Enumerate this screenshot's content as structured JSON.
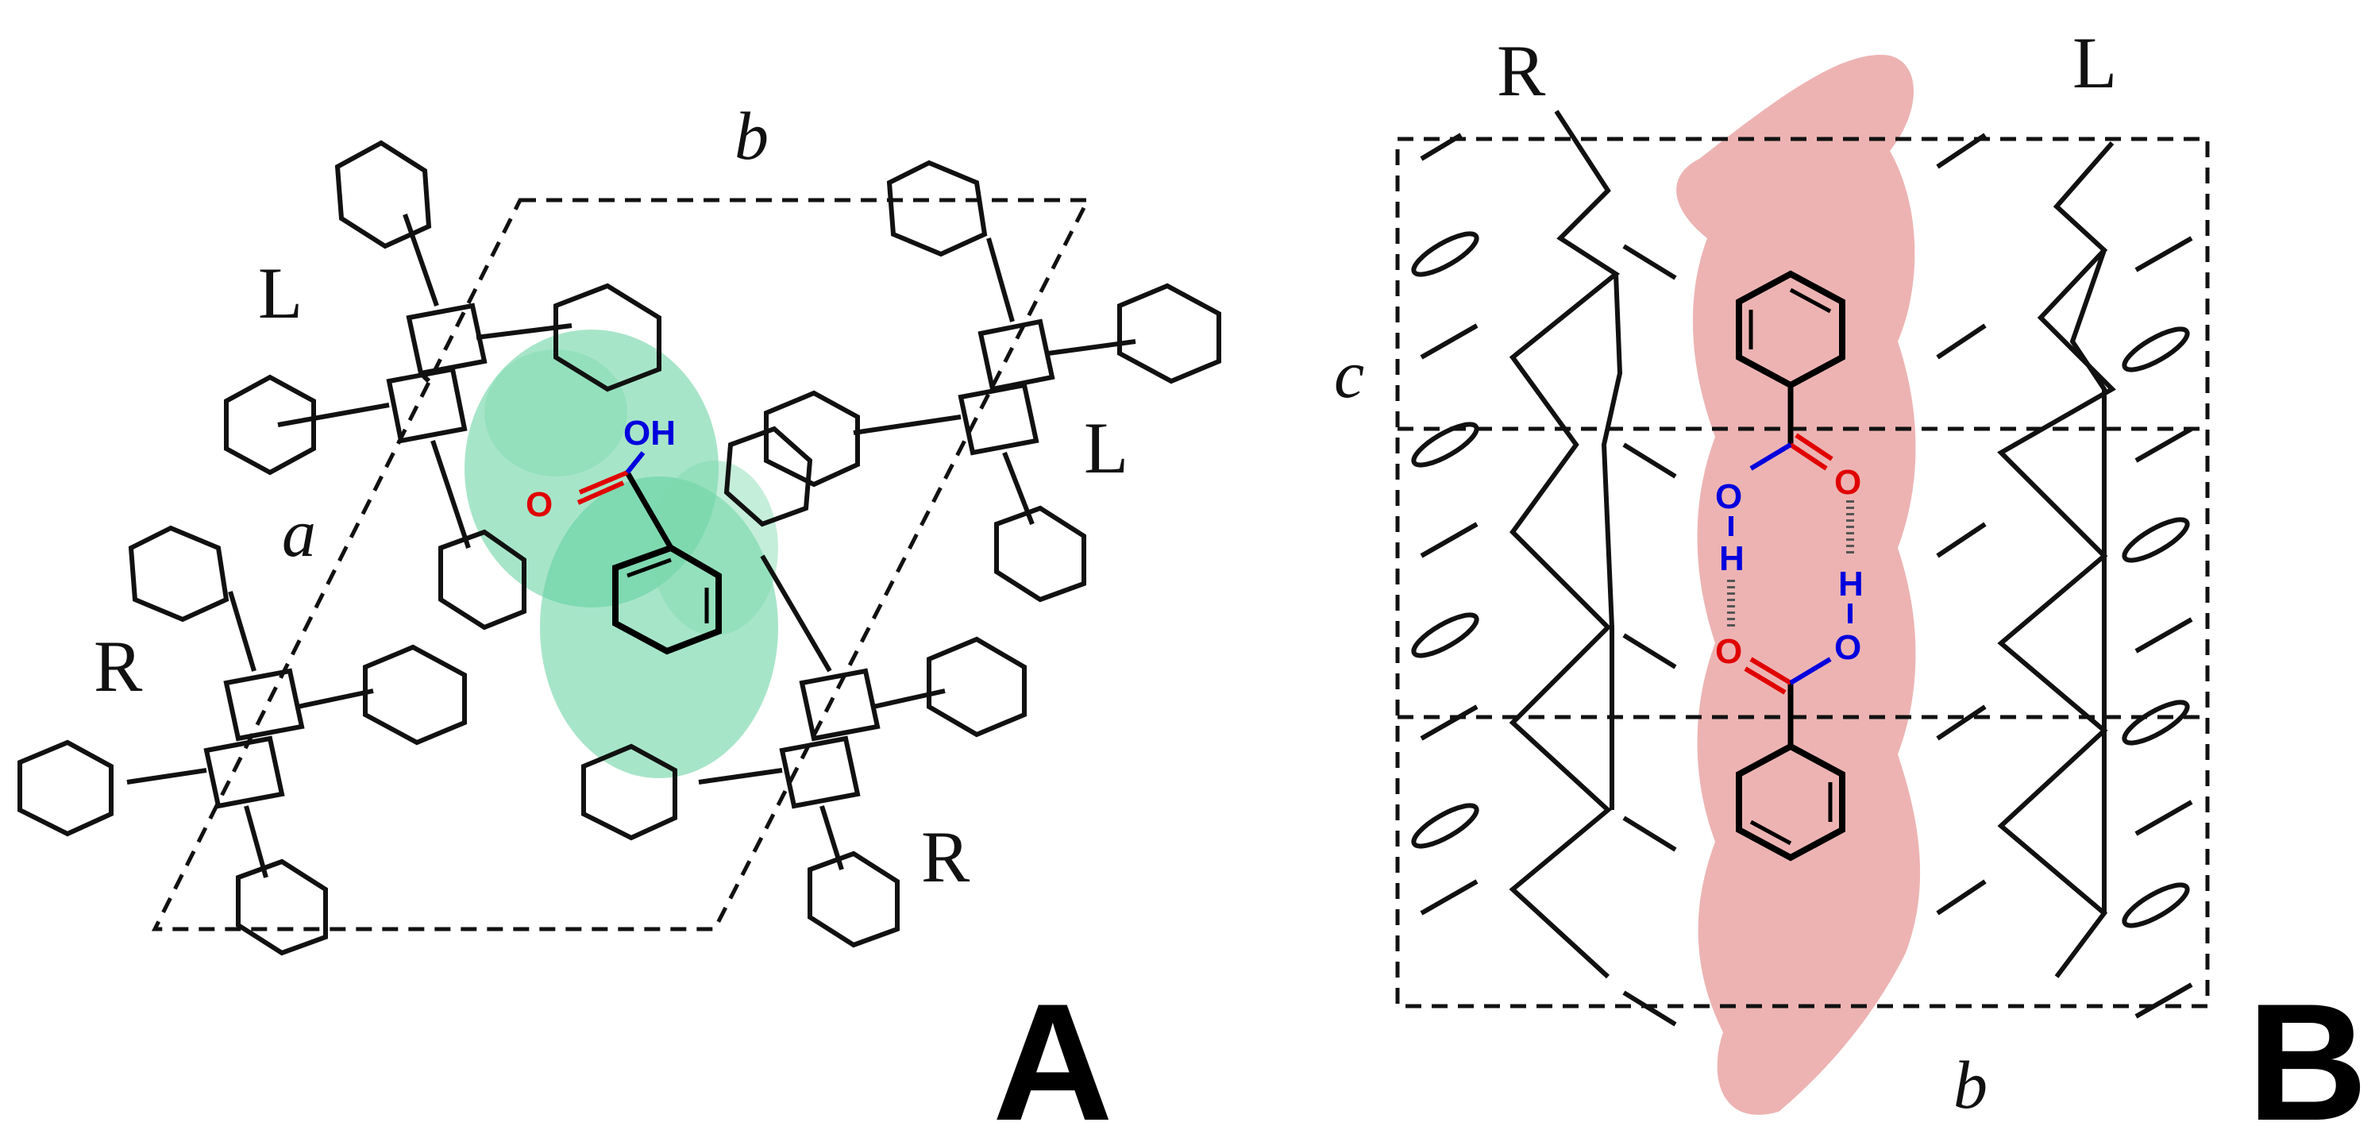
{
  "panels": {
    "a": {
      "panel_label": "A",
      "axis_a": "a",
      "axis_b": "b",
      "chirality_labels": [
        "L",
        "L",
        "R",
        "R"
      ],
      "guest": {
        "oh_label": "OH",
        "o_label": "O"
      },
      "cavity_color": "#5fcf9c"
    },
    "b": {
      "panel_label": "B",
      "axis_b": "b",
      "axis_c": "c",
      "chirality_labels": [
        "R",
        "L"
      ],
      "dimer": {
        "o_labels": [
          "O",
          "O",
          "O",
          "O"
        ],
        "h_labels": [
          "H",
          "H"
        ]
      },
      "channel_color": "#e8a0a0"
    }
  },
  "colors": {
    "line": "#111111",
    "oxygen": "#e00000",
    "hydroxyl": "#0000dd"
  }
}
